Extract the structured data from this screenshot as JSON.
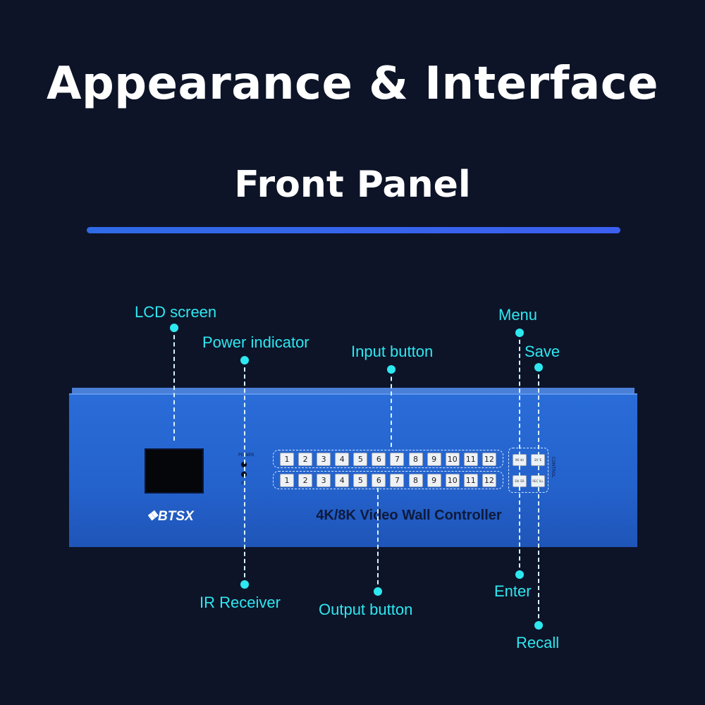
{
  "title": "Appearance & Interface",
  "subtitle": "Front Panel",
  "colors": {
    "background": "#0d1428",
    "accent_label": "#2ee8f0",
    "divider": "#2f6ae6",
    "chassis": "#2462cc"
  },
  "labels": {
    "lcd_screen": "LCD  screen",
    "power_indicator": "Power indicator",
    "input_button": "Input button",
    "menu": "Menu",
    "save": "Save",
    "ir_receiver": "IR Receiver",
    "output_button": "Output button",
    "enter": "Enter",
    "recall": "Recall"
  },
  "device": {
    "brand": "BTSX",
    "name": "4K/8K Video Wall Controller",
    "power_text": "POWER",
    "ir_text": "IR",
    "control_text": "CONTROL",
    "input_keys": [
      "1",
      "2",
      "3",
      "4",
      "5",
      "6",
      "7",
      "8",
      "9",
      "10",
      "11",
      "12"
    ],
    "output_keys": [
      "1",
      "2",
      "3",
      "4",
      "5",
      "6",
      "7",
      "8",
      "9",
      "10",
      "11",
      "12"
    ],
    "control_keys": {
      "menu": "MENU",
      "save": "SAVE",
      "enter": "ENTER",
      "recall": "RECALL"
    }
  }
}
